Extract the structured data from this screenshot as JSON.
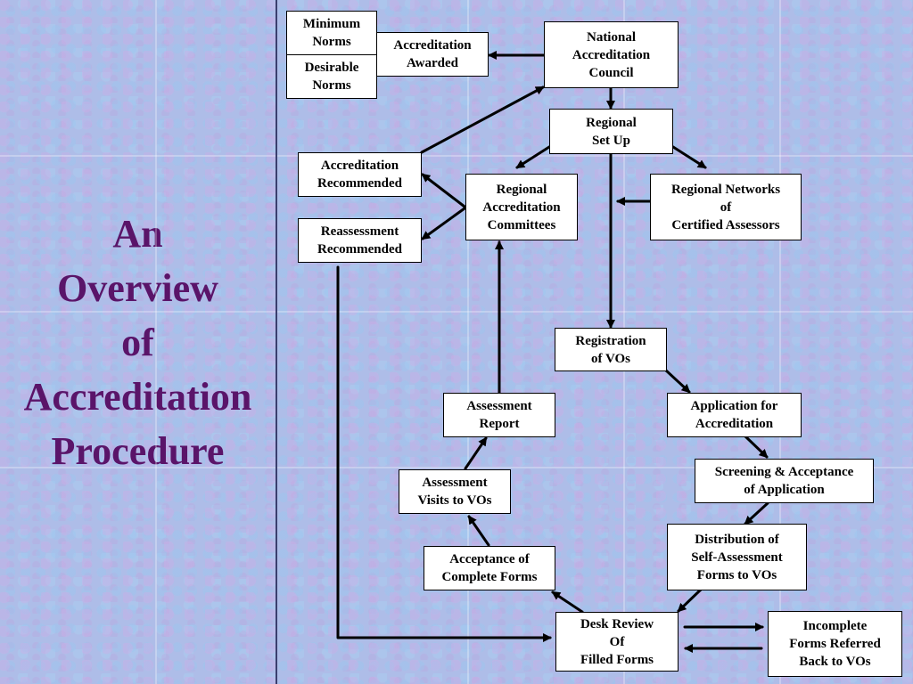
{
  "title": {
    "line1": "An",
    "line2": "Overview",
    "line3": "of",
    "line4": "Accreditation",
    "line5": "Procedure"
  },
  "nodes": {
    "min_norms": "Minimum\nNorms",
    "des_norms": "Desirable\nNorms",
    "accr_awarded": "Accreditation\nAwarded",
    "nac": "National\nAccreditation\nCouncil",
    "regional_setup": "Regional\nSet Up",
    "accr_recommended": "Accreditation\nRecommended",
    "reassess_recommended": "Reassessment\nRecommended",
    "rac": "Regional\nAccreditation\nCommittees",
    "networks": "Regional Networks\nof\nCertified Assessors",
    "registration": "Registration\nof VOs",
    "assess_report": "Assessment\nReport",
    "application": "Application for\nAccreditation",
    "screening": "Screening & Acceptance\nof Application",
    "assess_visits": "Assessment\nVisits to VOs",
    "distribution": "Distribution of\nSelf-Assessment\nForms to VOs",
    "acceptance": "Acceptance of\nComplete Forms",
    "desk_review": "Desk Review\nOf\nFilled Forms",
    "incomplete": "Incomplete\nForms Referred\nBack to VOs"
  },
  "colors": {
    "title": "#5a1469",
    "background": "#aebde8",
    "box": "#ffffff",
    "arrow": "#000000"
  }
}
